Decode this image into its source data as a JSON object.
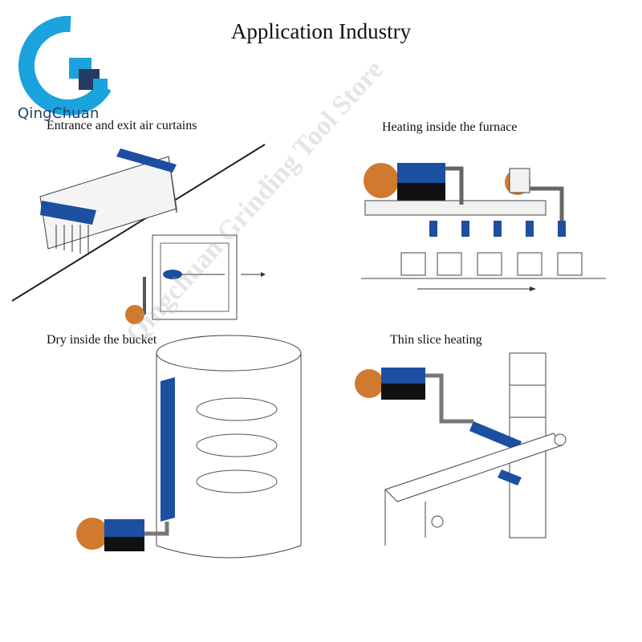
{
  "header": {
    "title": "Application Industry"
  },
  "brand": {
    "name": "QingChuan",
    "accent": "#1aa3dc",
    "dark": "#243b63"
  },
  "panels": [
    {
      "caption": "Entrance and exit air curtains"
    },
    {
      "caption": "Heating inside the furnace"
    },
    {
      "caption": "Dry inside the bucket"
    },
    {
      "caption": "Thin slice heating"
    }
  ],
  "watermark": {
    "text": "Qingchuan Grinding Tool Store"
  },
  "colors": {
    "blower": "#cf7a2f",
    "heater": "#1c4fa0",
    "base": "#111111",
    "line": "#555555"
  }
}
